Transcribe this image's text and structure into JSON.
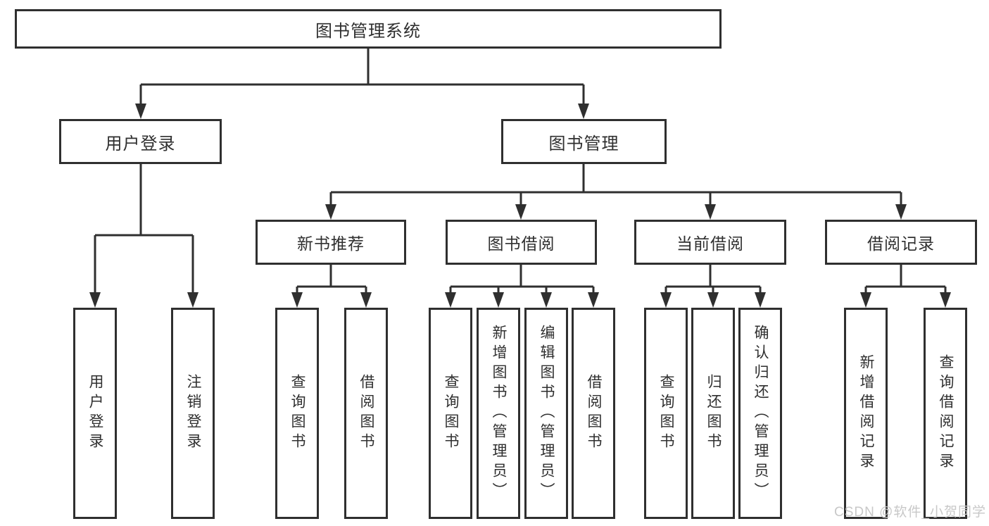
{
  "page": {
    "watermark": "CSDN @软件_小贺同学"
  },
  "colors": {
    "line": "#2f2f2f",
    "text": "#2f2f2f",
    "box_background": "#ffffff",
    "watermark": "#c8c8c8",
    "page_background": "#ffffff"
  },
  "diagram": {
    "type": "tree",
    "root": {
      "label": "图书管理系统"
    },
    "branches": [
      {
        "label": "用户登录",
        "leaves": [
          {
            "label": "用户登录"
          },
          {
            "label": "注销登录"
          }
        ]
      },
      {
        "label": "图书管理",
        "sections": [
          {
            "label": "新书推荐",
            "leaves": [
              {
                "label": "查询图书"
              },
              {
                "label": "借阅图书"
              }
            ]
          },
          {
            "label": "图书借阅",
            "leaves": [
              {
                "label": "查询图书"
              },
              {
                "label": "新增图书（管理员）"
              },
              {
                "label": "编辑图书（管理员）"
              },
              {
                "label": "借阅图书"
              }
            ]
          },
          {
            "label": "当前借阅",
            "leaves": [
              {
                "label": "查询图书"
              },
              {
                "label": "归还图书"
              },
              {
                "label": "确认归还（管理员）"
              }
            ]
          },
          {
            "label": "借阅记录",
            "leaves": [
              {
                "label": "新增借阅记录"
              },
              {
                "label": "查询借阅记录"
              }
            ]
          }
        ]
      }
    ]
  }
}
